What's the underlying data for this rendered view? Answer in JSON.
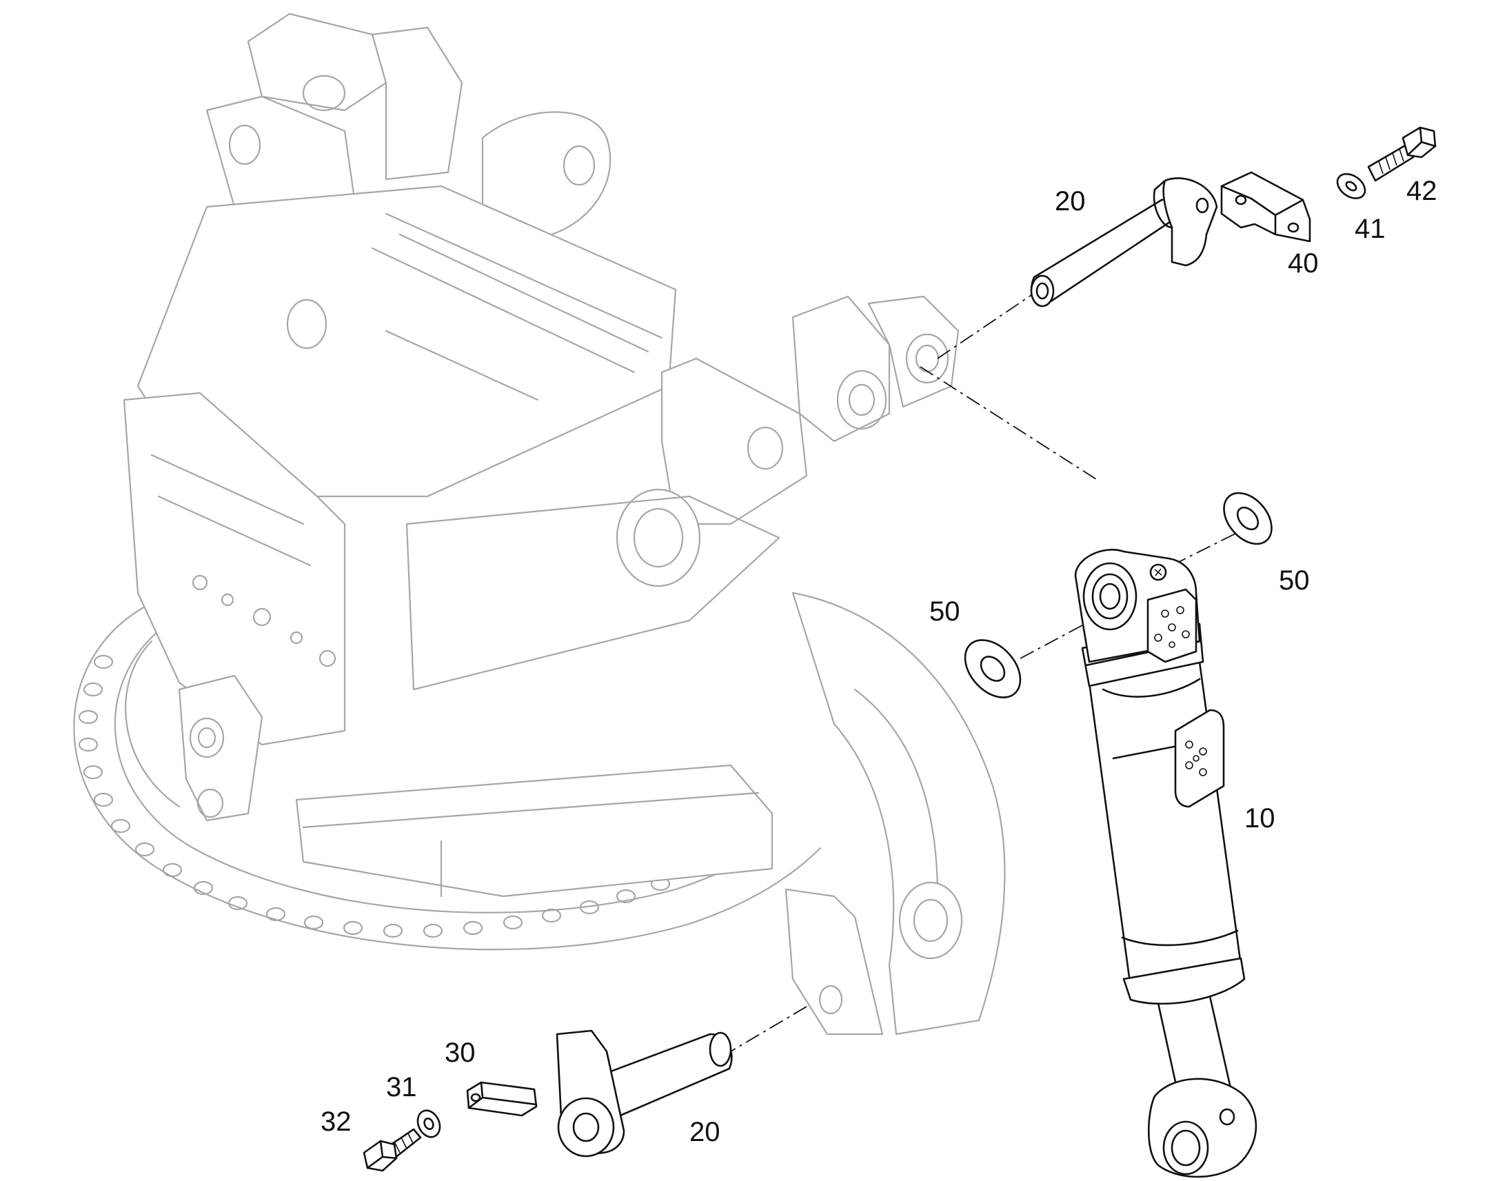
{
  "callouts": {
    "pin_upper": "20",
    "pin_lower": "20",
    "cylinder": "10",
    "plate": "30",
    "washer_lower": "31",
    "bolt_lower": "32",
    "retainer": "40",
    "washer_upper": "41",
    "bolt_upper": "42",
    "shim_left": "50",
    "shim_right": "50"
  },
  "colors": {
    "part_outline": "#111111",
    "background_assembly": "#a6a6a6"
  }
}
